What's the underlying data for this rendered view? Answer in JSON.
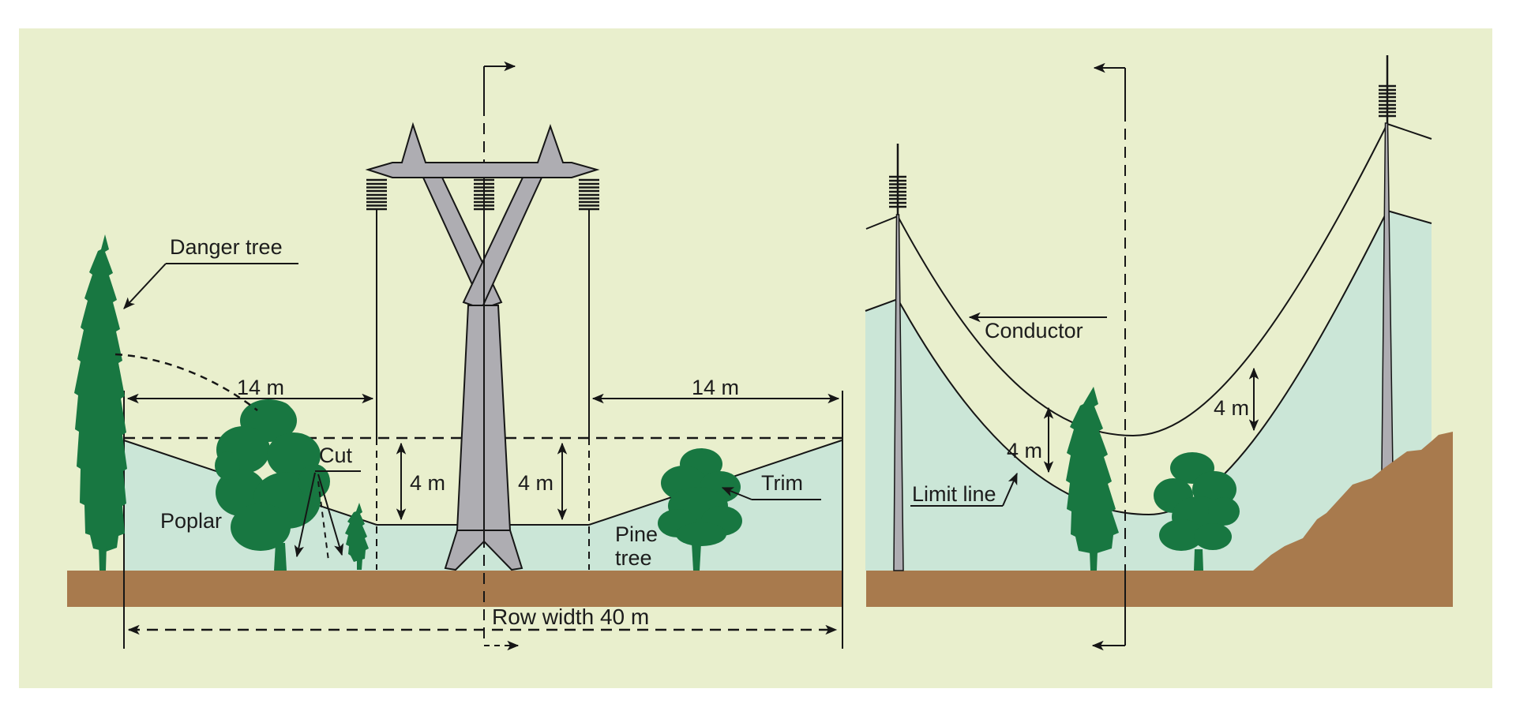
{
  "diagram_type": "power-line right-of-way vegetation clearance diagram",
  "colors": {
    "background": "#e9efcd",
    "clearance_zone": "#cbe6d7",
    "ground": "#a87a4d",
    "vegetation": "#187741",
    "structure": "#aeadb2",
    "line": "#161616"
  },
  "left_panel": {
    "labels": {
      "danger_tree": "Danger tree",
      "poplar": "Poplar",
      "cut": "Cut",
      "pine_line1": "Pine",
      "pine_line2": "tree",
      "trim": "Trim"
    },
    "dimensions": {
      "span_left": "14 m",
      "span_right": "14 m",
      "clearance_left": "4 m",
      "clearance_right": "4 m",
      "row_width": "Row width 40 m"
    }
  },
  "right_panel": {
    "labels": {
      "conductor": "Conductor",
      "limit_line": "Limit line"
    },
    "dimensions": {
      "gap_left": "4 m",
      "gap_right": "4 m"
    }
  }
}
